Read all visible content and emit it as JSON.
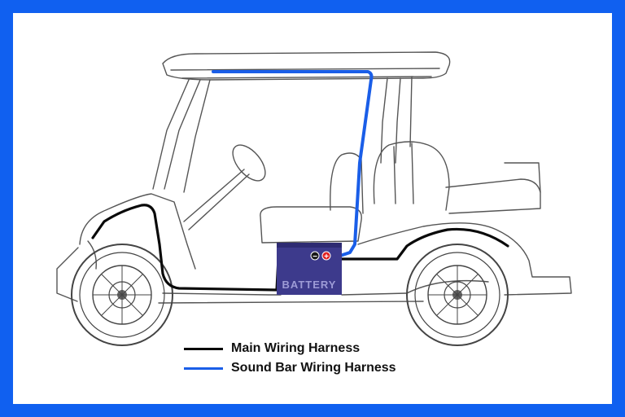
{
  "colors": {
    "frame": "#1060f0",
    "main_harness": "#0a0a0a",
    "sound_bar_harness": "#1a5ee8",
    "battery_body": "#3d3a8c",
    "battery_text": "#9d9bd6",
    "terminal_negative": "#1a1a1a",
    "terminal_positive": "#e02020"
  },
  "battery": {
    "label": "BATTERY",
    "negative_symbol": "−",
    "positive_symbol": "+"
  },
  "legend": {
    "items": [
      {
        "label": "Main Wiring Harness",
        "color": "#0a0a0a"
      },
      {
        "label": "Sound Bar Wiring Harness",
        "color": "#1a5ee8"
      }
    ]
  }
}
